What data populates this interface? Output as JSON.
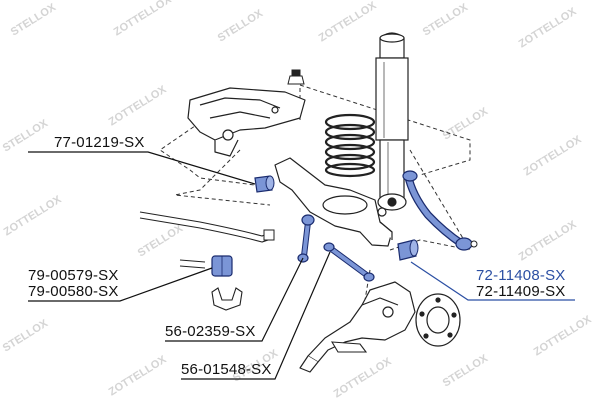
{
  "colors": {
    "part_fill": "#7b95d6",
    "part_stroke": "#1a2b6e",
    "highlight_label": "#2b4fa3",
    "line_art": "#222222",
    "watermark": "#d4d4d4"
  },
  "watermark": {
    "brand_a": "STELLOX",
    "brand_b": "ZOTTELLOX"
  },
  "part_labels": {
    "p1": "77-01219-SX",
    "p2": "79-00579-SX",
    "p3": "79-00580-SX",
    "p4": "56-02359-SX",
    "p5": "56-01548-SX",
    "p6": "72-11408-SX",
    "p7": "72-11409-SX"
  }
}
